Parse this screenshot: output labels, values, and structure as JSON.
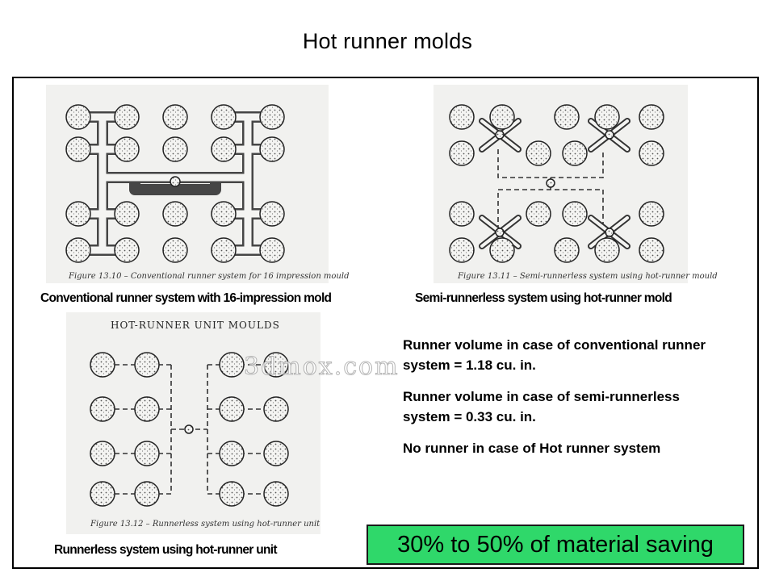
{
  "slide": {
    "title": "Hot runner molds",
    "figures": {
      "conventional": {
        "fig_label": "Figure 13.10 – Conventional runner system for 16 impression mould",
        "caption": "Conventional runner system with 16-impression mold"
      },
      "semi": {
        "fig_label": "Figure 13.11 – Semi-runnerless system using hot-runner mould",
        "caption": "Semi-runnerless system using hot-runner mold"
      },
      "runnerless": {
        "heading": "HOT-RUNNER UNIT MOULDS",
        "fig_label": "Figure 13.12 – Runnerless system using hot-runner unit",
        "caption": "Runnerless system using hot-runner unit"
      }
    },
    "info": [
      "Runner volume in case of conventional runner system = 1.18 cu. in.",
      "Runner volume in case of semi-runnerless system = 0.33 cu. in.",
      "No runner in case of Hot runner system"
    ],
    "highlight": "30% to 50% of material saving",
    "watermark": "3dmox.com",
    "colors": {
      "highlight_bg": "#2fd86a",
      "frame": "#000000"
    }
  }
}
